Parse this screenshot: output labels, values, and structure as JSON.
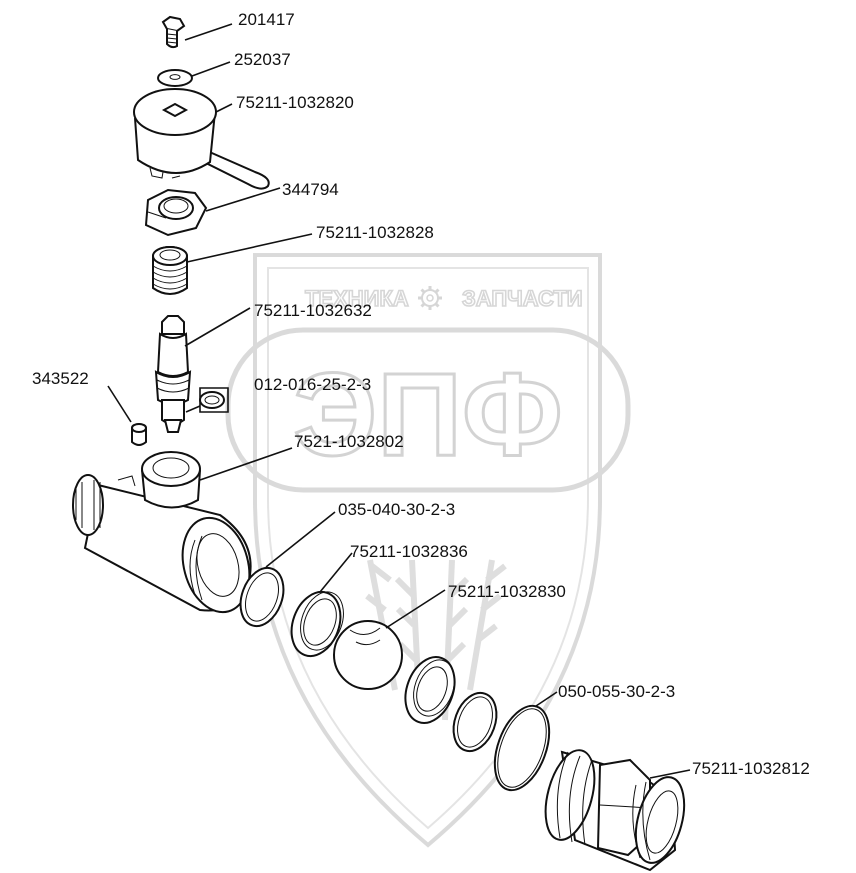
{
  "watermark": {
    "brand_line_left": "ТЕХНИКА",
    "brand_line_right": "ЗАПЧАСТИ",
    "logo": "ЭПФ",
    "gear_icon": "gear-icon",
    "color": "#c8c8c8"
  },
  "parts": [
    {
      "id": "bolt",
      "label": "201417"
    },
    {
      "id": "washer",
      "label": "252037"
    },
    {
      "id": "handle",
      "label": "75211-1032820"
    },
    {
      "id": "nut",
      "label": "344794"
    },
    {
      "id": "gland-nut",
      "label": "75211-1032828"
    },
    {
      "id": "stem",
      "label": "75211-1032632"
    },
    {
      "id": "pin",
      "label": "343522"
    },
    {
      "id": "stem-oring",
      "label": "012-016-25-2-3"
    },
    {
      "id": "body",
      "label": "7521-1032802"
    },
    {
      "id": "body-oring",
      "label": "035-040-30-2-3"
    },
    {
      "id": "seat-ring-1",
      "label": "75211-1032836"
    },
    {
      "id": "ball",
      "label": "75211-1032830"
    },
    {
      "id": "end-oring",
      "label": "050-055-30-2-3"
    },
    {
      "id": "end-fitting",
      "label": "75211-1032812"
    }
  ]
}
